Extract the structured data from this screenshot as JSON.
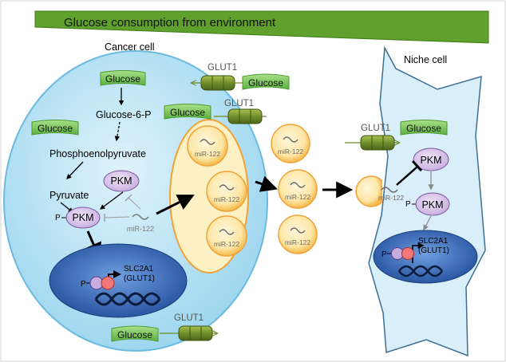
{
  "banner": {
    "text": "Glucose consumption from environment",
    "color": "#6aaa2f"
  },
  "cancer_cell": {
    "title": "Cancer cell",
    "glucose_inside": "Glucose",
    "pathway": {
      "glucose": "Glucose",
      "g6p": "Glucose-6-P",
      "pep": "Phosphoenolpyruvate",
      "pyruvate": "Pyruvate"
    },
    "pkm": "PKM",
    "p_pkm_prefix": "P",
    "p_pkm": "PKM",
    "mir": "miR-122",
    "nucleus": {
      "p_prefix": "P",
      "gene": "SLC2A1",
      "gene_alias": "(GLUT1)"
    }
  },
  "transporters": [
    {
      "label": "GLUT1",
      "glucose": "Glucose"
    },
    {
      "label": "GLUT1",
      "glucose": "Glucose"
    },
    {
      "label": "GLUT1",
      "glucose": "Glucose"
    }
  ],
  "exosome": {
    "vesicles": [
      "miR-122",
      "miR-122",
      "miR-122"
    ]
  },
  "free_vesicles": [
    "miR-122",
    "miR-122",
    "miR-122"
  ],
  "niche_cell": {
    "title": "Niche cell",
    "glut1": "GLUT1",
    "glucose": "Glucose",
    "mir": "miR-122",
    "pkm": "PKM",
    "p_pkm_prefix": "P",
    "p_pkm": "PKM",
    "nucleus": {
      "p_prefix": "P",
      "gene": "SLC2A1",
      "gene_alias": "(GLUT1)"
    }
  },
  "colors": {
    "cell_fill": "#bfe6f7",
    "nucleus": "#3a6fc2",
    "pkm_fill": "#d9c6e8",
    "glucose_tag": "#7dc85a",
    "vesicle": "#f9d987",
    "glut1": "#6d8b2a"
  }
}
